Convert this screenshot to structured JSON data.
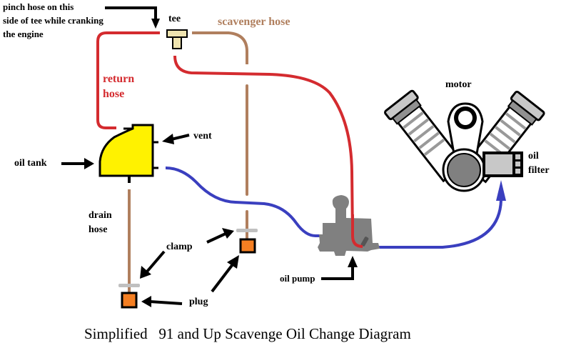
{
  "title": "Simplified   91 and Up Scavenge Oil Change Diagram",
  "labels": {
    "pinch_note_line1": "pinch hose on this",
    "pinch_note_line2": "side of tee while cranking",
    "pinch_note_line3": " the engine",
    "tee": "tee",
    "scavenger_hose": "scavenger hose",
    "return_hose_line1": "return",
    "return_hose_line2": "hose",
    "vent": "vent",
    "oil_tank": "oil tank",
    "drain_hose_line1": "drain",
    "drain_hose_line2": "hose",
    "clamp": "clamp",
    "plug": "plug",
    "oil_pump": "oil pump",
    "motor": "motor",
    "oil_filter_line1": "oil",
    "oil_filter_line2": "filter"
  },
  "colors": {
    "return_hose": "#d42b2f",
    "scavenger_hose": "#b07f5e",
    "feed_hose": "#3a3fbf",
    "oil_tank": "#fff200",
    "tee": "#efe4b0",
    "plug": "#f57f22",
    "clamp": "#c0c0c0",
    "pump": "#808080"
  }
}
